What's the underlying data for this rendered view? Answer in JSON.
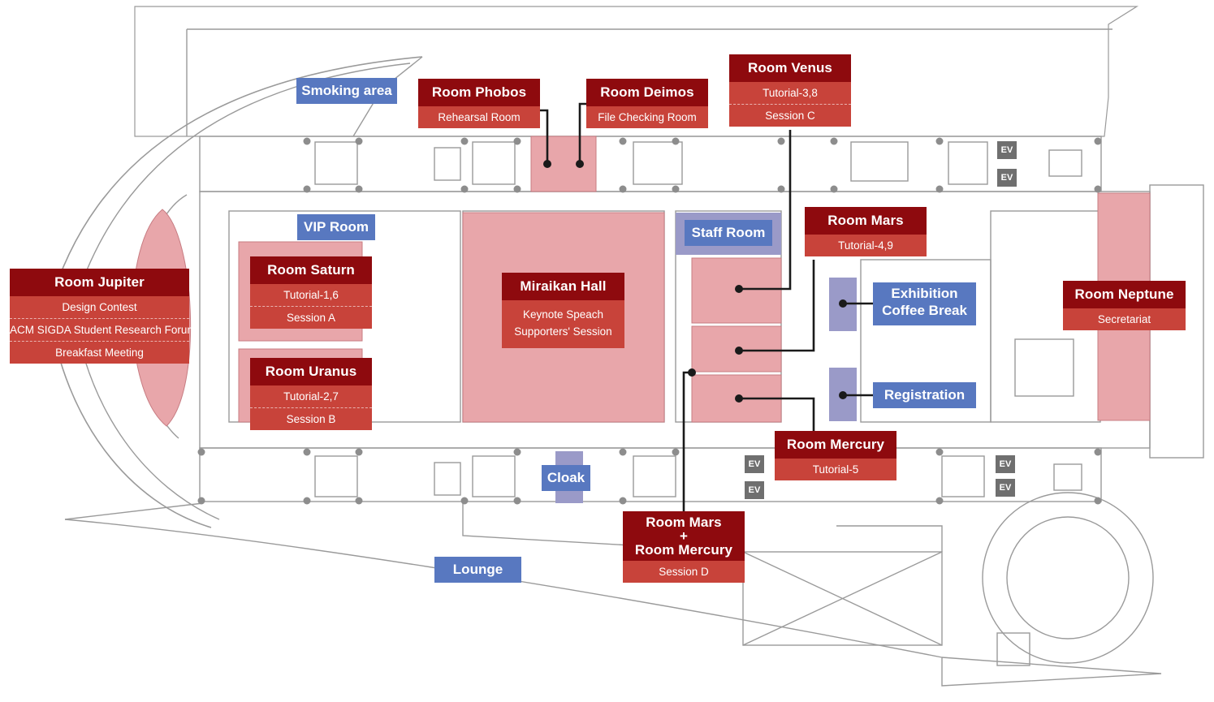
{
  "colors": {
    "room_header": "#8e0a0e",
    "room_detail": "#c8433a",
    "room_fill": "#e8a6aa",
    "facility_label": "#5878c0",
    "facility_fill": "#9a9ac8",
    "wall": "#9a9a9a",
    "connector": "#1a1a1a",
    "elevator": "#6f6f6f"
  },
  "rooms": {
    "jupiter": {
      "title": "Room Jupiter",
      "details": [
        "Design Contest",
        "ACM SIGDA Student Research Forum",
        "Breakfast Meeting"
      ]
    },
    "saturn": {
      "title": "Room Saturn",
      "details": [
        "Tutorial-1,6",
        "Session A"
      ]
    },
    "uranus": {
      "title": "Room Uranus",
      "details": [
        "Tutorial-2,7",
        "Session B"
      ]
    },
    "phobos": {
      "title": "Room Phobos",
      "details": [
        "Rehearsal Room"
      ]
    },
    "deimos": {
      "title": "Room Deimos",
      "details": [
        "File Checking Room"
      ]
    },
    "venus": {
      "title": "Room Venus",
      "details": [
        "Tutorial-3,8",
        "Session C"
      ]
    },
    "miraikan": {
      "title": "Miraikan Hall",
      "details": [
        "Keynote Speach\nSupporters' Session"
      ]
    },
    "mars": {
      "title": "Room Mars",
      "details": [
        "Tutorial-4,9"
      ]
    },
    "mercury": {
      "title": "Room Mercury",
      "details": [
        "Tutorial-5"
      ]
    },
    "neptune": {
      "title": "Room Neptune",
      "details": [
        "Secretariat"
      ]
    },
    "marsmercury": {
      "title": "Room Mars\n+\nRoom Mercury",
      "details": [
        "Session D"
      ]
    }
  },
  "facilities": {
    "smoking": "Smoking area",
    "vip": "VIP Room",
    "staff": "Staff Room",
    "exhibition": "Exhibition\nCoffee Break",
    "registration": "Registration",
    "cloak": "Cloak",
    "lounge": "Lounge"
  },
  "elevator_label": "EV"
}
